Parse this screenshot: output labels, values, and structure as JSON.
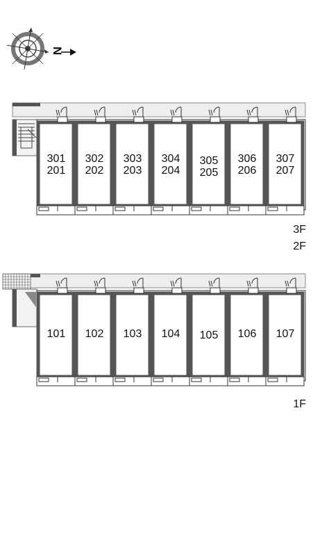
{
  "compass": {
    "north_symbol": "N",
    "icon": "compass-rose-icon"
  },
  "upper_block": {
    "floor_labels": [
      "3F",
      "2F"
    ],
    "units": [
      {
        "top": "301",
        "bottom": "201"
      },
      {
        "top": "302",
        "bottom": "202"
      },
      {
        "top": "303",
        "bottom": "203"
      },
      {
        "top": "304",
        "bottom": "204"
      },
      {
        "top": "305",
        "bottom": "205"
      },
      {
        "top": "306",
        "bottom": "206"
      },
      {
        "top": "307",
        "bottom": "207"
      }
    ]
  },
  "lower_block": {
    "floor_label": "1F",
    "units": [
      "101",
      "102",
      "103",
      "104",
      "105",
      "106",
      "107"
    ]
  },
  "colors": {
    "wall": "#555555",
    "corridor": "#eeeeee",
    "line": "#333333"
  }
}
